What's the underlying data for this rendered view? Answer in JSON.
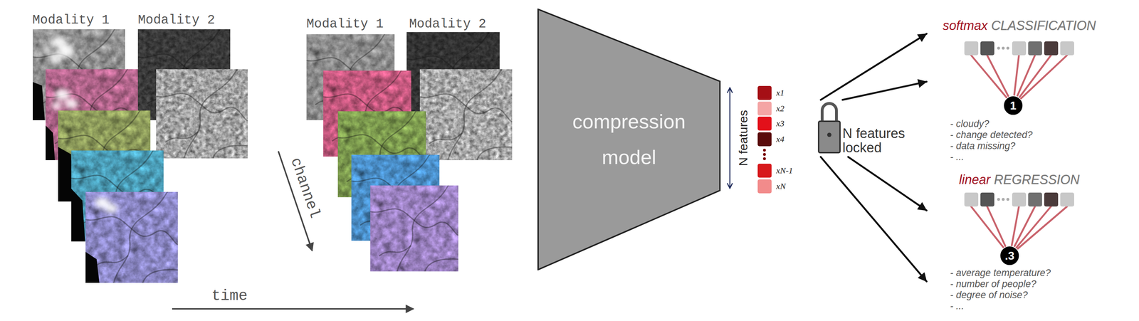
{
  "diagram": {
    "nodes": [
      {
        "text": [
          "compression model"
        ]
      },
      {
        "text": [
          "N features locked"
        ]
      },
      {
        "text": [
          "softmax",
          "CLASSIFICATION",
          "- cloudy?",
          "- change detected?",
          "- data missing?",
          "- ..."
        ]
      },
      {
        "text": [
          "1"
        ],
        "in": 2
      },
      {
        "text": [
          "linear",
          "REGRESSION",
          "- average temperature?",
          "- number of people?",
          "- degree of noise?",
          "- ..."
        ]
      },
      {
        "text": [
          ".3"
        ],
        "in": 4
      }
    ],
    "edges": [
      {
        "from": 1,
        "to": 2,
        "arrow": "to"
      },
      {
        "from": 1,
        "to": 2,
        "arrow": "to"
      },
      {
        "from": 1,
        "to": 4,
        "arrow": "to"
      },
      {
        "from": 1,
        "to": 4,
        "arrow": "to"
      }
    ],
    "labels": [
      "Modality 1",
      "Modality 2",
      "Modality 1",
      "Modality 2",
      "channel",
      "time",
      "N features",
      "x1",
      "x2",
      "x3",
      "x4",
      "xN-1",
      "xN"
    ]
  }
}
